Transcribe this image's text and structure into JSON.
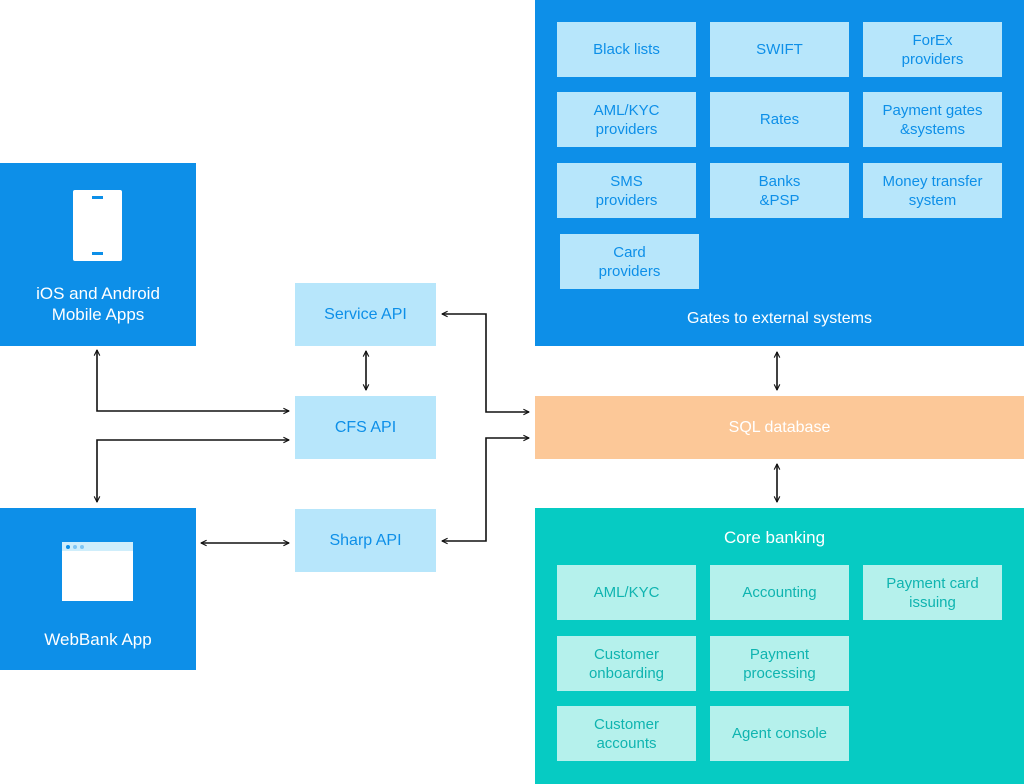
{
  "mobile_app": {
    "label": "iOS and Android\nMobile Apps",
    "icon": "smartphone-icon"
  },
  "web_app": {
    "label": "WebBank App",
    "icon": "browser-window-icon"
  },
  "apis": {
    "service": "Service API",
    "cfs": "CFS API",
    "sharp": "Sharp API"
  },
  "gates": {
    "title": "Gates to external systems",
    "tiles": [
      "Black lists",
      "SWIFT",
      "ForEx\nproviders",
      "AML/KYC\nproviders",
      "Rates",
      "Payment gates\n&systems",
      "SMS\nproviders",
      "Banks\n&PSP",
      "Money transfer\nsystem",
      "Card\nproviders"
    ]
  },
  "database": {
    "label": "SQL database"
  },
  "core": {
    "title": "Core banking",
    "tiles": [
      "AML/KYC",
      "Accounting",
      "Payment card\nissuing",
      "Customer\nonboarding",
      "Payment\nprocessing",
      "Customer\naccounts",
      "Agent console"
    ]
  },
  "colors": {
    "blue": "#0d8fe8",
    "light_blue": "#b7e6fb",
    "teal": "#06cbc3",
    "light_teal": "#b5f1ec",
    "orange": "#fcc898"
  }
}
